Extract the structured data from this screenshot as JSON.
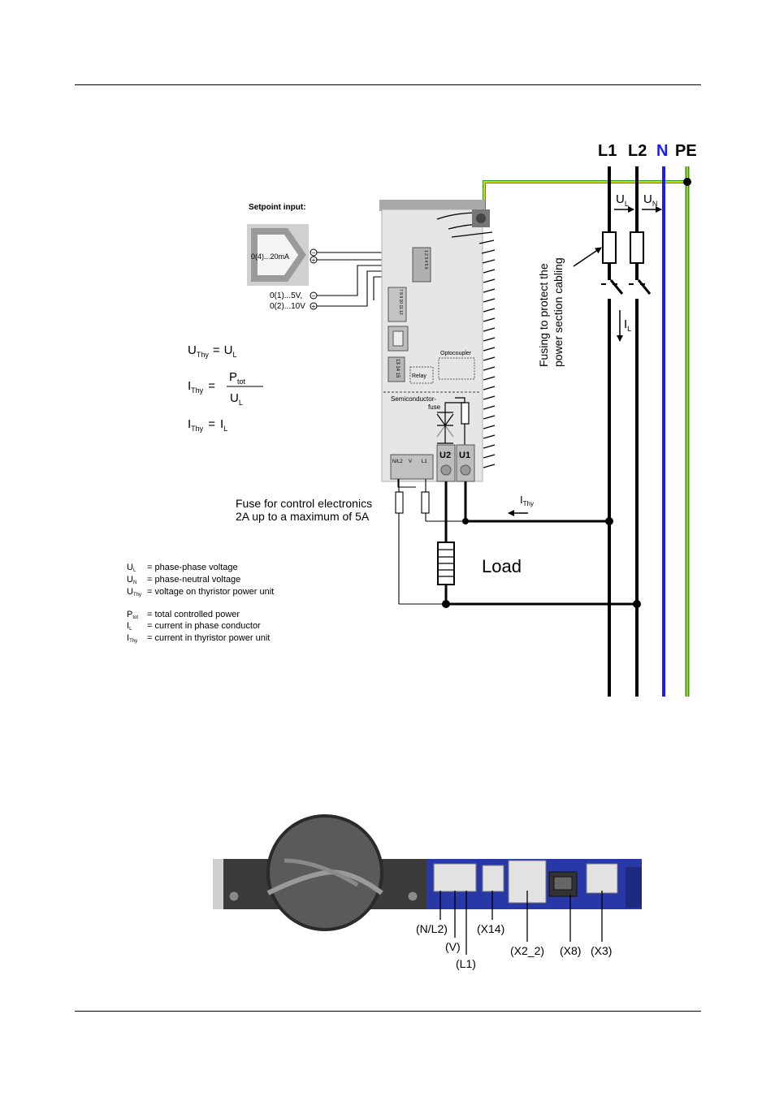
{
  "bus_labels": {
    "l1": "L1",
    "l2": "L2",
    "n": "N",
    "pe": "PE"
  },
  "colors": {
    "neutral": "#1a1aff",
    "pe_yellow": "#d8d800",
    "pe_green": "#2a9a2a",
    "module_fill": "#e6e6e6",
    "heatsink_fill": "#dcdcdc",
    "panel_blue": "#2838a8",
    "fan_dark": "#3a3a3a"
  },
  "setpoint": {
    "title": "Setpoint input:",
    "source_label": "0(4)...20mA",
    "plus": "+",
    "minus": "−",
    "voltage_5v": "0(1)...5V,",
    "voltage_10v": "0(2)...10V"
  },
  "module": {
    "terminal_numbers_top": "1 2 3 4 5 6",
    "terminal_numbers_mid": "7 8 9 10 11 12",
    "relay_terminals": "13 14 15",
    "relay_label": "Relay",
    "optocoupler_label": "Optocoupler",
    "semiconductor_fuse_label": "Semiconductor-\nfuse",
    "supply_terminals": [
      "N/L2",
      "V",
      "L1"
    ],
    "power_terminals": [
      "U2",
      "U1"
    ]
  },
  "formulas": {
    "f1_lhs_main": "U",
    "f1_lhs_sub": "Thy",
    "f1_eq": "=",
    "f1_rhs_main": "U",
    "f1_rhs_sub": "L",
    "f2_lhs_main": "I",
    "f2_lhs_sub": "Thy",
    "f2_eq": "=",
    "f2_num_main": "P",
    "f2_num_sub": "tot",
    "f2_den_main": "U",
    "f2_den_sub": "L",
    "f3_lhs_main": "I",
    "f3_lhs_sub": "Thy",
    "f3_eq": "=",
    "f3_rhs_main": "I",
    "f3_rhs_sub": "L"
  },
  "annotations": {
    "ul_main": "U",
    "ul_sub": "L",
    "un_main": "U",
    "un_sub": "N",
    "il_main": "I",
    "il_sub": "L",
    "ithy_main": "I",
    "ithy_sub": "Thy",
    "fusing_line1": "Fusing to protect the",
    "fusing_line2": "power section cabling",
    "control_fuse_line1": "Fuse for control electronics",
    "control_fuse_line2": "2A up to a maximum of 5A",
    "load": "Load"
  },
  "legend": [
    {
      "sym_main": "U",
      "sym_sub": "L",
      "desc": "= phase-phase voltage"
    },
    {
      "sym_main": "U",
      "sym_sub": "N",
      "desc": "= phase-neutral voltage"
    },
    {
      "sym_main": "U",
      "sym_sub": "Thy",
      "desc": "= voltage on thyristor power unit"
    },
    {
      "sym_main": "P",
      "sym_sub": "tot",
      "desc": "= total controlled power"
    },
    {
      "sym_main": "I",
      "sym_sub": "L",
      "desc": "= current in phase conductor"
    },
    {
      "sym_main": "I",
      "sym_sub": "Thy",
      "desc": "= current in thyristor power unit"
    }
  ],
  "terminal_photo": {
    "connector_labels": [
      "(N/L2)",
      "(V)",
      "(L1)",
      "(X14)",
      "(X2_2)",
      "(X8)",
      "(X3)"
    ]
  }
}
